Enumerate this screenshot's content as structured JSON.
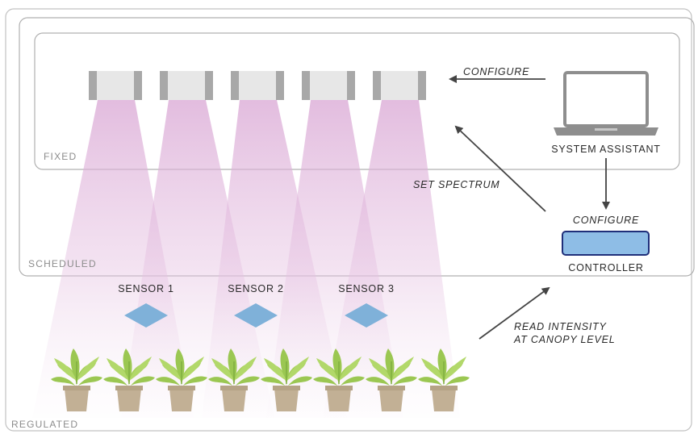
{
  "zones": {
    "regulated": "REGULATED",
    "scheduled": "SCHEDULED",
    "fixed": "FIXED"
  },
  "labels": {
    "configure_top": "CONFIGURE",
    "set_spectrum": "SET SPECTRUM",
    "system_assistant": "SYSTEM ASSISTANT",
    "configure_mid": "CONFIGURE",
    "controller": "CONTROLLER",
    "read_intensity_line1": "READ INTENSITY",
    "read_intensity_line2": "AT CANOPY LEVEL"
  },
  "sensors": [
    "SENSOR 1",
    "SENSOR 2",
    "SENSOR 3"
  ],
  "light_fixture_count": 5,
  "plant_count": 8,
  "icons": [
    "light-fixture-icon",
    "laptop-icon",
    "controller-icon",
    "sensor-icon",
    "plant-icon",
    "arrow-icon"
  ],
  "colors": {
    "beam": "#d9a6d4",
    "sensor": "#7fb1d9",
    "controller_fill": "#8ebde6",
    "controller_stroke": "#1f2f7a",
    "leaf": "#a6cf5a",
    "leaf_dark": "#7fae3f",
    "pot": "#c2b095",
    "frame": "#a8a8a8",
    "arrow": "#444444"
  }
}
